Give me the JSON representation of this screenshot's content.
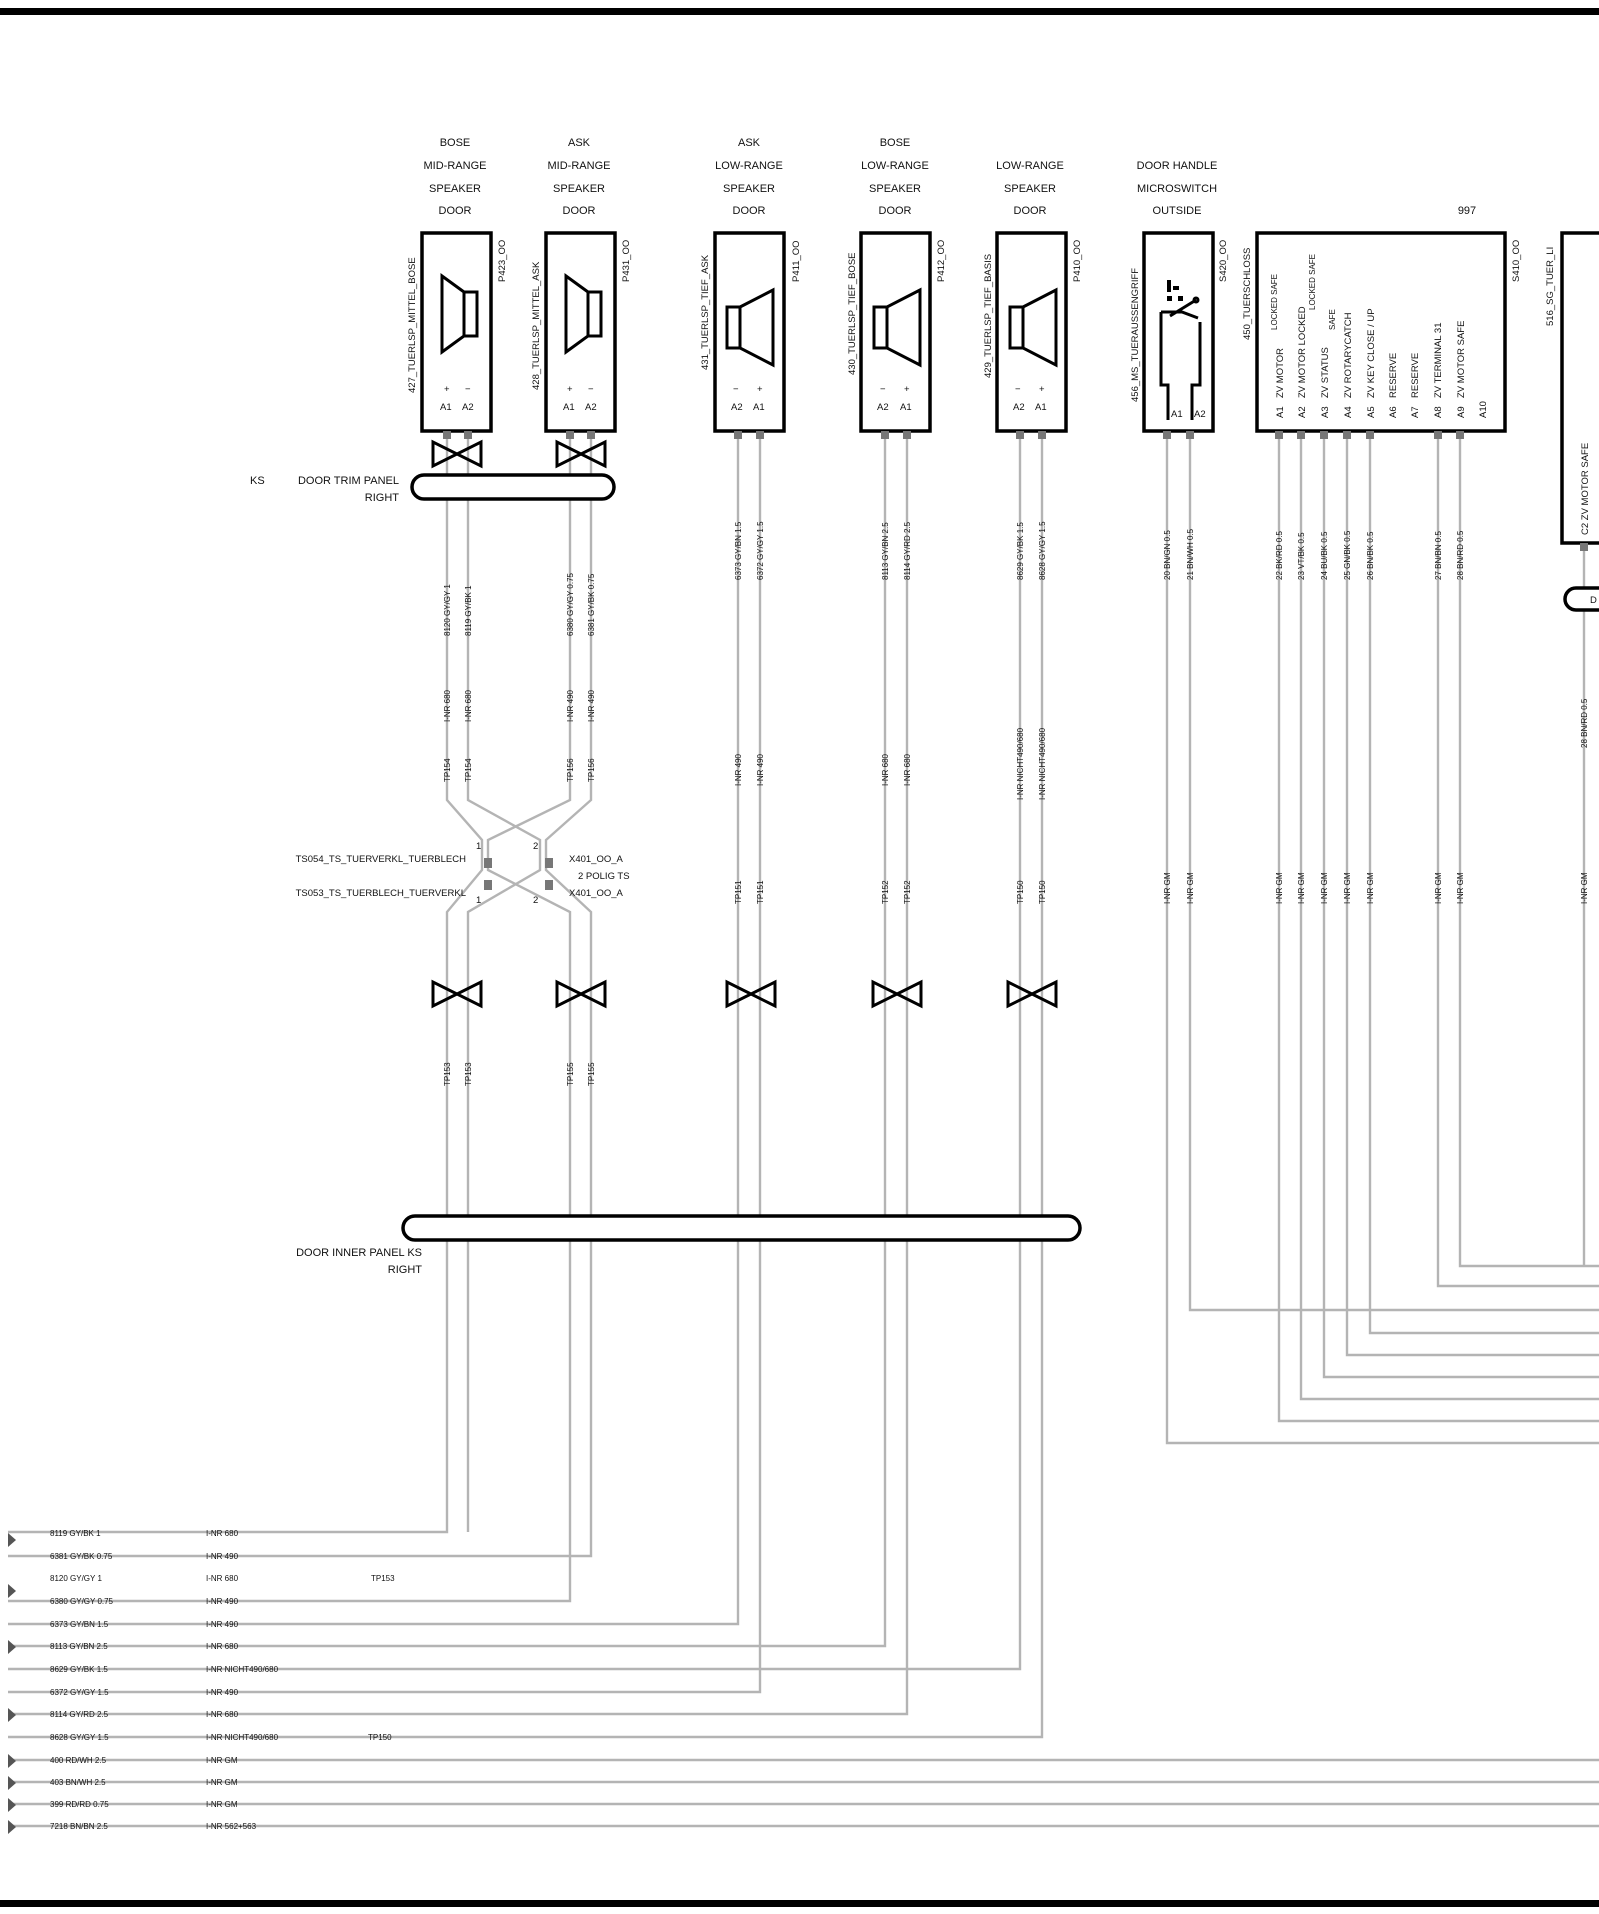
{
  "components": [
    {
      "id": "p423",
      "header": [
        "BOSE",
        "MID-RANGE",
        "SPEAKER",
        "DOOR"
      ],
      "name": "427_TUERLSP_MITTEL_BOSE",
      "code": "P423_OO",
      "pins": [
        "A1",
        "A2"
      ],
      "polarity": [
        "+",
        "−"
      ],
      "pin_order": "A1 A2"
    },
    {
      "id": "p431",
      "header": [
        "ASK",
        "MID-RANGE",
        "SPEAKER",
        "DOOR"
      ],
      "name": "428_TUERLSP_MITTEL_ASK",
      "code": "P431_OO",
      "pins": [
        "A1",
        "A2"
      ],
      "polarity": [
        "+",
        "−"
      ],
      "pin_order": "A1 A2"
    },
    {
      "id": "p411",
      "header": [
        "ASK",
        "LOW-RANGE",
        "SPEAKER",
        "DOOR"
      ],
      "name": "431_TUERLSP_TIEF_ASK",
      "code": "P411_OO",
      "pins": [
        "A2",
        "A1"
      ],
      "polarity": [
        "−",
        "+"
      ],
      "pin_order": "A2 A1"
    },
    {
      "id": "p412",
      "header": [
        "BOSE",
        "LOW-RANGE",
        "SPEAKER",
        "DOOR"
      ],
      "name": "430_TUERLSP_TIEF_BOSE",
      "code": "P412_OO",
      "pins": [
        "A2",
        "A1"
      ],
      "polarity": [
        "−",
        "+"
      ],
      "pin_order": "A2 A1"
    },
    {
      "id": "p410",
      "header": [
        "LOW-RANGE",
        "SPEAKER",
        "DOOR"
      ],
      "name": "429_TUERLSP_TIEF_BASIS",
      "code": "P410_OO",
      "pins": [
        "A2",
        "A1"
      ],
      "polarity": [
        "−",
        "+"
      ],
      "pin_order": "A2 A1"
    },
    {
      "id": "s420",
      "header": [
        "DOOR HANDLE",
        "MICROSWITCH",
        "OUTSIDE"
      ],
      "name": "456_MS_TUERAUSSENGRIFF",
      "code": "S420_OO",
      "pins": [
        "A1",
        "A2"
      ],
      "pin_order": "A1 A2"
    },
    {
      "id": "s410",
      "header": [
        "997"
      ],
      "name": "450_TUERSCHLOSS",
      "code": "S410_OO",
      "pins": [
        {
          "pin": "A1",
          "text": "ZV  MOTOR",
          "sub": "LOCKED SAFE"
        },
        {
          "pin": "A2",
          "text": "ZV  MOTOR  LOCKED",
          "sub": "LOCKED SAFE"
        },
        {
          "pin": "A3",
          "text": "ZV  STATUS",
          "sub": "SAFE"
        },
        {
          "pin": "A4",
          "text": "ZV  ROTARYCATCH",
          "sub": ""
        },
        {
          "pin": "A5",
          "text": "ZV  KEY     CLOSE   / UP",
          "sub": ""
        },
        {
          "pin": "A6",
          "text": "RESERVE",
          "sub": ""
        },
        {
          "pin": "A7",
          "text": "RESERVE",
          "sub": ""
        },
        {
          "pin": "A8",
          "text": "ZV  TERMINAL 31",
          "sub": ""
        },
        {
          "pin": "A9",
          "text": "ZV  MOTOR SAFE",
          "sub": ""
        },
        {
          "pin": "A10",
          "text": "",
          "sub": ""
        }
      ]
    },
    {
      "id": "sg",
      "name": "516_SG_TUER_LI",
      "pin_text": "C2   ZV   MOTOR   SAFE",
      "partial_label": "D"
    }
  ],
  "shields": {
    "trim": {
      "tag": "KS",
      "label1": "DOOR TRIM PANEL",
      "label2": "RIGHT"
    },
    "inner": {
      "label1": "DOOR INNER PANEL KS",
      "label2": "RIGHT"
    }
  },
  "connectors": {
    "ts054": "TS054_TS_TUERVERKL_TUERBLECH",
    "ts053": "TS053_TS_TUERBLECH_TUERVERKL",
    "x401a": "X401_OO_A",
    "x401b": "X401_OO_A",
    "polig": "2 POLIG TS",
    "pin1": "1",
    "pin2": "2"
  },
  "wire_labels": {
    "w8120": "8120 GY/GY 1",
    "w8119": "8119 GY/BK 1",
    "w6380": "6380 GY/GY 0.75",
    "w6381": "6381 GY/BK 0.75",
    "w6373": "6373 GY/BN 1.5",
    "w6372": "6372 GY/GY 1.5",
    "w8113": "8113 GY/BN 2.5",
    "w8114": "8114 GY/RD 2.5",
    "w8629": "8629 GY/BK 1.5",
    "w8628": "8628 GY/GY 1.5",
    "w20": "20 BN/GN 0.5",
    "w21": "21 BN/WH 0.5",
    "w22": "22 BK/RD 0.5",
    "w23": "23 VT/BK 0.5",
    "w24": "24 BU/BK 0.5",
    "w25": "25 GN/BK 0.5",
    "w26": "26 BN/BK 0.5",
    "w27": "27 BN/BN 0.5",
    "w28": "28 BN/RD 0.5",
    "w28b": "28 BN/RD 0.5"
  },
  "inr": {
    "i680": "I-NR 680",
    "i490": "I-NR 490",
    "inicht": "I-NR NICHT490/680",
    "igm": "I-NR GM"
  },
  "tp": {
    "tp154": "TP154",
    "tp156": "TP156",
    "tp151": "TP151",
    "tp152": "TP152",
    "tp150": "TP150",
    "tp153": "TP153",
    "tp155": "TP155"
  },
  "bottom_rows": [
    {
      "wire": "8119 GY/BK 1",
      "inr": "I-NR 680",
      "tp": ""
    },
    {
      "wire": "6381 GY/BK 0.75",
      "inr": "I-NR 490",
      "tp": ""
    },
    {
      "wire": "8120 GY/GY 1",
      "inr": "I-NR 680",
      "tp": "TP153"
    },
    {
      "wire": "6380 GY/GY 0.75",
      "inr": "I-NR 490",
      "tp": ""
    },
    {
      "wire": "6373 GY/BN 1.5",
      "inr": "I-NR 490",
      "tp": ""
    },
    {
      "wire": "8113 GY/BN 2.5",
      "inr": "I-NR 680",
      "tp": ""
    },
    {
      "wire": "8629 GY/BK 1.5",
      "inr": "I-NR NICHT490/680",
      "tp": ""
    },
    {
      "wire": "6372 GY/GY 1.5",
      "inr": "I-NR 490",
      "tp": ""
    },
    {
      "wire": "8114 GY/RD 2.5",
      "inr": "I-NR 680",
      "tp": ""
    },
    {
      "wire": "8628 GY/GY 1.5",
      "inr": "I-NR NICHT490/680",
      "tp": "TP150"
    },
    {
      "wire": "400 RD/WH 2.5",
      "inr": "I-NR GM",
      "tp": ""
    },
    {
      "wire": "403 BN/WH 2.5",
      "inr": "I-NR GM",
      "tp": ""
    },
    {
      "wire": "399 RD/RD 0.75",
      "inr": "I-NR GM",
      "tp": ""
    },
    {
      "wire": "7218 BN/BN 2.5",
      "inr": "I-NR 562+563",
      "tp": ""
    }
  ]
}
